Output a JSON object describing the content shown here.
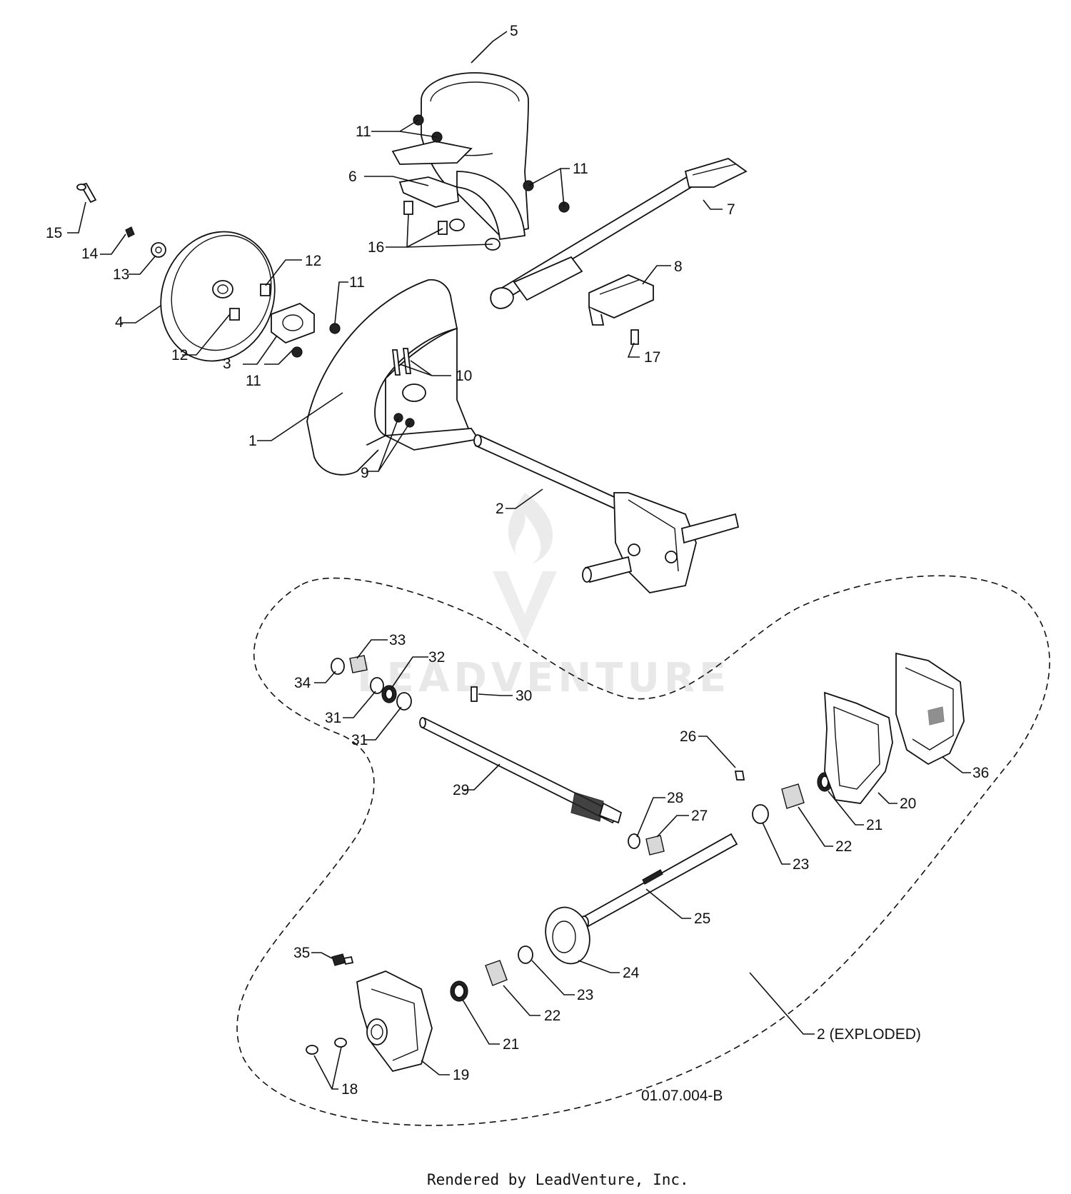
{
  "watermark": "LEADVENTURE",
  "drawing_code": "01.07.004-B",
  "credit": "Rendered by LeadVenture, Inc.",
  "callouts": {
    "c1": "1",
    "c2": "2",
    "c3": "3",
    "c4": "4",
    "c5": "5",
    "c6": "6",
    "c7": "7",
    "c8": "8",
    "c9": "9",
    "c10": "10",
    "c11a": "11",
    "c11b": "11",
    "c11c": "11",
    "c11d": "11",
    "c12a": "12",
    "c12b": "12",
    "c13": "13",
    "c14": "14",
    "c15": "15",
    "c16": "16",
    "c17": "17",
    "c18": "18",
    "c19": "19",
    "c20": "20",
    "c21a": "21",
    "c21b": "21",
    "c22a": "22",
    "c22b": "22",
    "c23a": "23",
    "c23b": "23",
    "c24": "24",
    "c25": "25",
    "c26": "26",
    "c27": "27",
    "c28": "28",
    "c29": "29",
    "c30": "30",
    "c31a": "31",
    "c31b": "31",
    "c32": "32",
    "c33": "33",
    "c34": "34",
    "c35": "35",
    "c36": "36",
    "exploded": "2 (EXPLODED)"
  }
}
